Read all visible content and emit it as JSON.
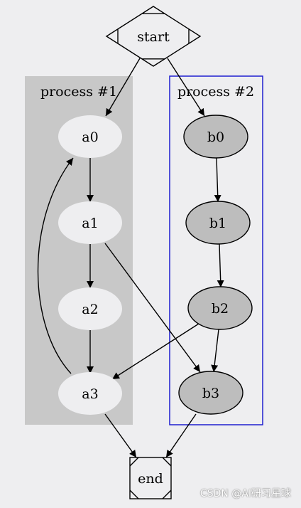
{
  "clusters": [
    {
      "id": "cluster_process1",
      "label": "process #1",
      "fill": "#c8c8c8",
      "stroke": "none"
    },
    {
      "id": "cluster_process2",
      "label": "process #2",
      "fill": "none",
      "stroke": "#1f1fcf"
    }
  ],
  "nodes": [
    {
      "id": "start",
      "label": "start",
      "shape": "Mdiamond"
    },
    {
      "id": "a0",
      "label": "a0",
      "shape": "ellipse",
      "fill": "#eeeef0",
      "stroke": "none"
    },
    {
      "id": "a1",
      "label": "a1",
      "shape": "ellipse",
      "fill": "#eeeef0",
      "stroke": "none"
    },
    {
      "id": "a2",
      "label": "a2",
      "shape": "ellipse",
      "fill": "#eeeef0",
      "stroke": "none"
    },
    {
      "id": "a3",
      "label": "a3",
      "shape": "ellipse",
      "fill": "#eeeef0",
      "stroke": "none"
    },
    {
      "id": "b0",
      "label": "b0",
      "shape": "ellipse",
      "fill": "#bdbdbd",
      "stroke": "#000000"
    },
    {
      "id": "b1",
      "label": "b1",
      "shape": "ellipse",
      "fill": "#bdbdbd",
      "stroke": "#000000"
    },
    {
      "id": "b2",
      "label": "b2",
      "shape": "ellipse",
      "fill": "#bdbdbd",
      "stroke": "#000000"
    },
    {
      "id": "b3",
      "label": "b3",
      "shape": "ellipse",
      "fill": "#bdbdbd",
      "stroke": "#000000"
    },
    {
      "id": "end",
      "label": "end",
      "shape": "Msquare"
    }
  ],
  "edges": [
    {
      "from": "start",
      "to": "a0"
    },
    {
      "from": "start",
      "to": "b0"
    },
    {
      "from": "a0",
      "to": "a1"
    },
    {
      "from": "a1",
      "to": "a2"
    },
    {
      "from": "a2",
      "to": "a3"
    },
    {
      "from": "a3",
      "to": "a0"
    },
    {
      "from": "a1",
      "to": "b3"
    },
    {
      "from": "b0",
      "to": "b1"
    },
    {
      "from": "b1",
      "to": "b2"
    },
    {
      "from": "b2",
      "to": "b3"
    },
    {
      "from": "b2",
      "to": "a3"
    },
    {
      "from": "a3",
      "to": "end"
    },
    {
      "from": "b3",
      "to": "end"
    }
  ],
  "watermark": "CSDN @AI研习星球"
}
